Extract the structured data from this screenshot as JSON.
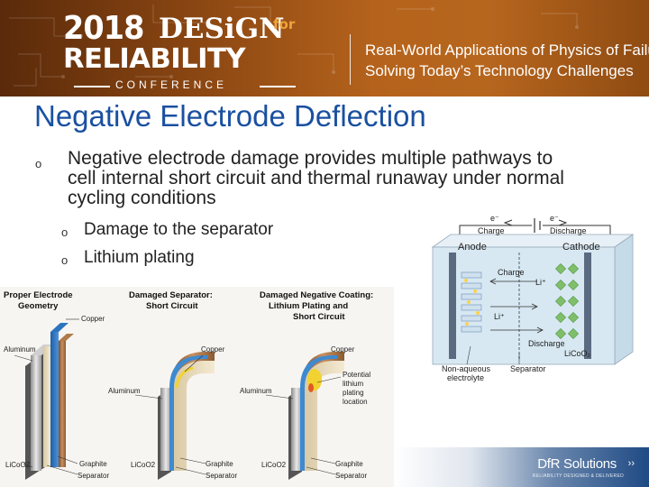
{
  "banner": {
    "year": "2018",
    "design": "DESiGN",
    "for": "for",
    "reliability": "RELIABILITY",
    "conference": "CONFERENCE",
    "tagline_1": "Real-World Applications of Physics of Failure",
    "tagline_2": "Solving Today’s Technology Challenges",
    "colors": {
      "banner_dark": "#5a2a0a",
      "banner_light": "#b7661e",
      "for_orange": "#f0a43a"
    }
  },
  "slide": {
    "title": "Negative Electrode Deflection",
    "title_color": "#1a50a0",
    "bullet_marker": "o",
    "main_bullet": "Negative electrode damage provides multiple pathways to cell internal short circuit and thermal runaway under normal cycling conditions",
    "sub_bullets": [
      "Damage to the separator",
      "Lithium plating"
    ]
  },
  "electrode_figure": {
    "panels": [
      {
        "heading_1": "Proper Electrode",
        "heading_2": "Geometry",
        "labels": [
          "Copper",
          "Aluminum",
          "Graphite",
          "Separator"
        ],
        "bottom_label": "LiCoO2"
      },
      {
        "heading_1": "Damaged Separator:",
        "heading_2": "Short Circuit",
        "labels": [
          "Copper",
          "Aluminum",
          "Graphite",
          "Separator"
        ],
        "bottom_label": "LiCoO2"
      },
      {
        "heading_1": "Damaged Negative Coating:",
        "heading_2": "Lithium Plating and",
        "heading_3": "Short Circuit",
        "labels": [
          "Copper",
          "Aluminum",
          "Graphite",
          "Separator"
        ],
        "bottom_label": "LiCoO2",
        "extra_1": "Potential",
        "extra_2": "lithium",
        "extra_3": "plating",
        "extra_4": "location"
      }
    ]
  },
  "cell_figure": {
    "e_left": "e⁻",
    "e_right": "e⁻",
    "charge_top": "Charge",
    "discharge_top": "Discharge",
    "anode": "Anode",
    "cathode": "Cathode",
    "charge_mid": "Charge",
    "li_plus": "Li⁺",
    "discharge_mid": "Discharge",
    "licoo2": "LiCoO₂",
    "electrolyte_1": "Non-aqueous",
    "electrolyte_2": "electrolyte",
    "separator": "Separator"
  },
  "footer_logo": {
    "name": "DfR Solutions",
    "tagline": "RELIABILITY DESIGNED & DELIVERED"
  }
}
